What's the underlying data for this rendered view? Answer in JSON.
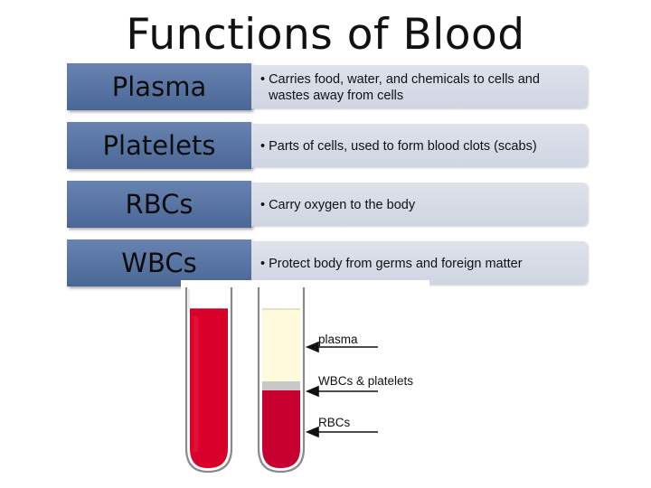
{
  "title": "Functions of Blood",
  "rows": [
    {
      "term": "Plasma",
      "bullet": "•",
      "desc_line1": "Carries food, water, and chemicals to cells and",
      "desc_line2": "wastes away from cells"
    },
    {
      "term": "Platelets",
      "bullet": "•",
      "desc_line1": "Parts of cells, used to form blood clots (scabs)"
    },
    {
      "term": "RBCs",
      "bullet": "•",
      "desc_line1": "Carry oxygen to the body"
    },
    {
      "term": "WBCs",
      "bullet": "•",
      "desc_line1": "Protect body from germs and foreign matter"
    }
  ],
  "diagram": {
    "labels": {
      "plasma": "plasma",
      "wbcs_platelets": "WBCs & platelets",
      "rbcs": "RBCs"
    },
    "colors": {
      "blood": "#d9002c",
      "plasma": "#fffadb",
      "buffy_coat": "#c8c8c8",
      "rbc_layer": "#c8002f",
      "term_box": "#5a75a4",
      "desc_box": "#d6dbe6"
    }
  }
}
